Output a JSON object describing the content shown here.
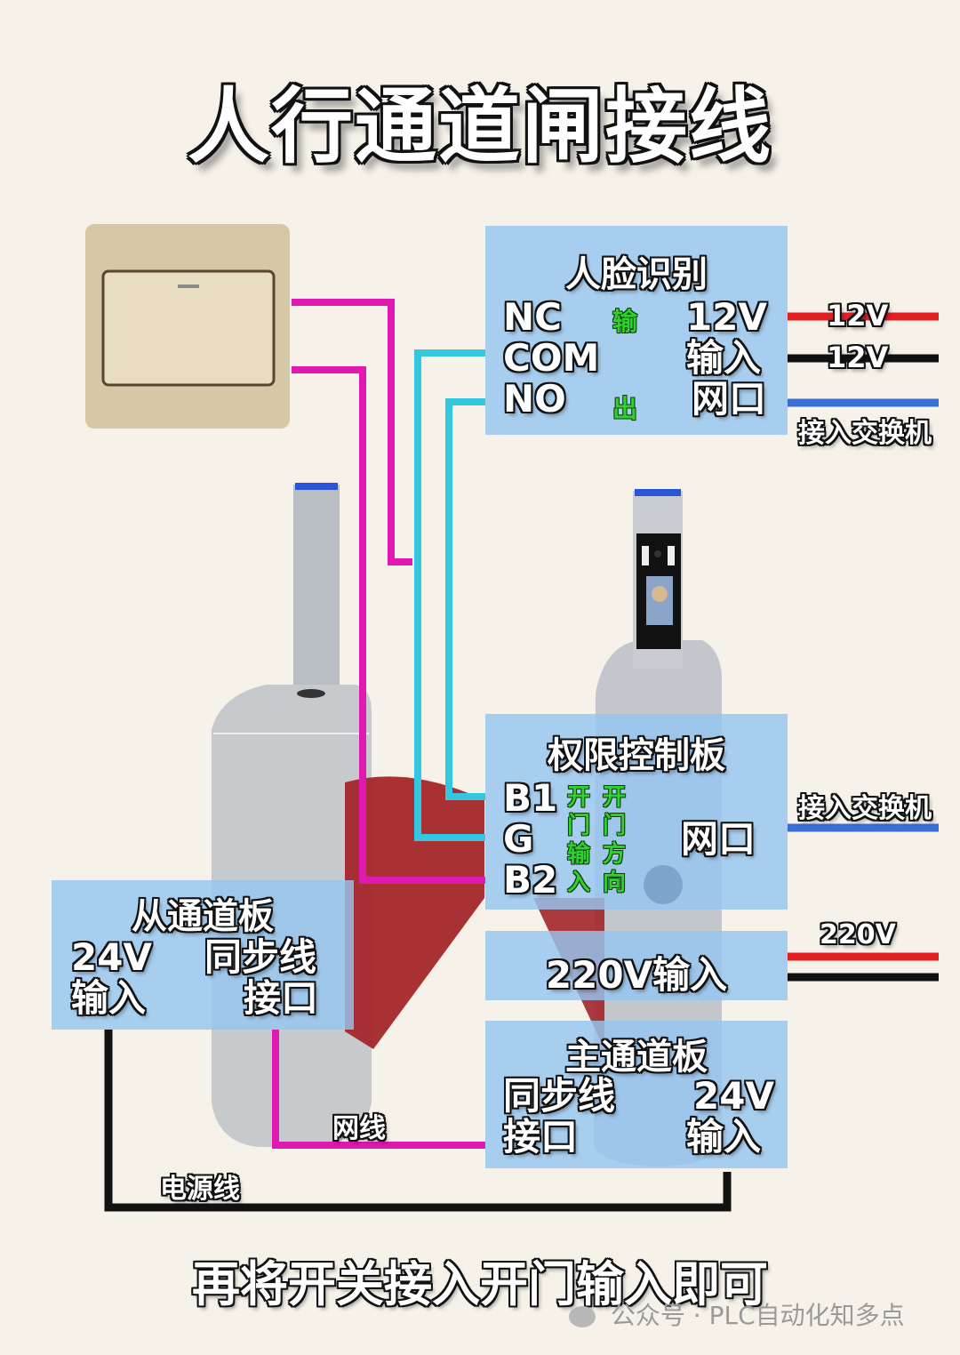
{
  "title": "人行通道闸接线",
  "face_panel": {
    "title": "人脸识别",
    "left_terminals": [
      "NC",
      "COM",
      "NO"
    ],
    "side_note_top": "输",
    "side_note_bottom": "出",
    "right_labels": [
      "12V",
      "输入",
      "网口"
    ]
  },
  "face_external": {
    "wire_12v_plus_label": "12V",
    "wire_12v_minus_label": "12V",
    "network_label": "接入交换机"
  },
  "access_panel": {
    "title": "权限控制板",
    "terminals": [
      "B1",
      "G",
      "B2"
    ],
    "note_col1": [
      "开",
      "门",
      "输",
      "入"
    ],
    "note_col2": [
      "开",
      "门",
      "方",
      "向"
    ],
    "right_label": "网口"
  },
  "access_external": {
    "network_label": "接入交换机"
  },
  "power_panel": {
    "label": "220V输入"
  },
  "power_external": {
    "label": "220V"
  },
  "slave_panel": {
    "title": "从通道板",
    "left_label_1": "24V",
    "left_label_2": "输入",
    "right_label_1": "同步线",
    "right_label_2": "接口"
  },
  "master_panel": {
    "title": "主通道板",
    "left_label_1": "同步线",
    "left_label_2": "接口",
    "right_label_1": "24V",
    "right_label_2": "输入"
  },
  "wire_labels": {
    "network_cable": "网线",
    "power_cable": "电源线"
  },
  "footer_note": "再将开关接入开门输入即可",
  "watermark": "公众号 · PLC自动化知多点",
  "colors": {
    "signal_wire_magenta": "#e019b0",
    "signal_wire_cyan": "#33c8e0",
    "power_red": "#e02020",
    "power_black": "#111111",
    "network_blue": "#3a6fd8",
    "panel_blue": "#96c6f0",
    "green_note": "#2fd12f",
    "background": "#f6f2ea"
  }
}
